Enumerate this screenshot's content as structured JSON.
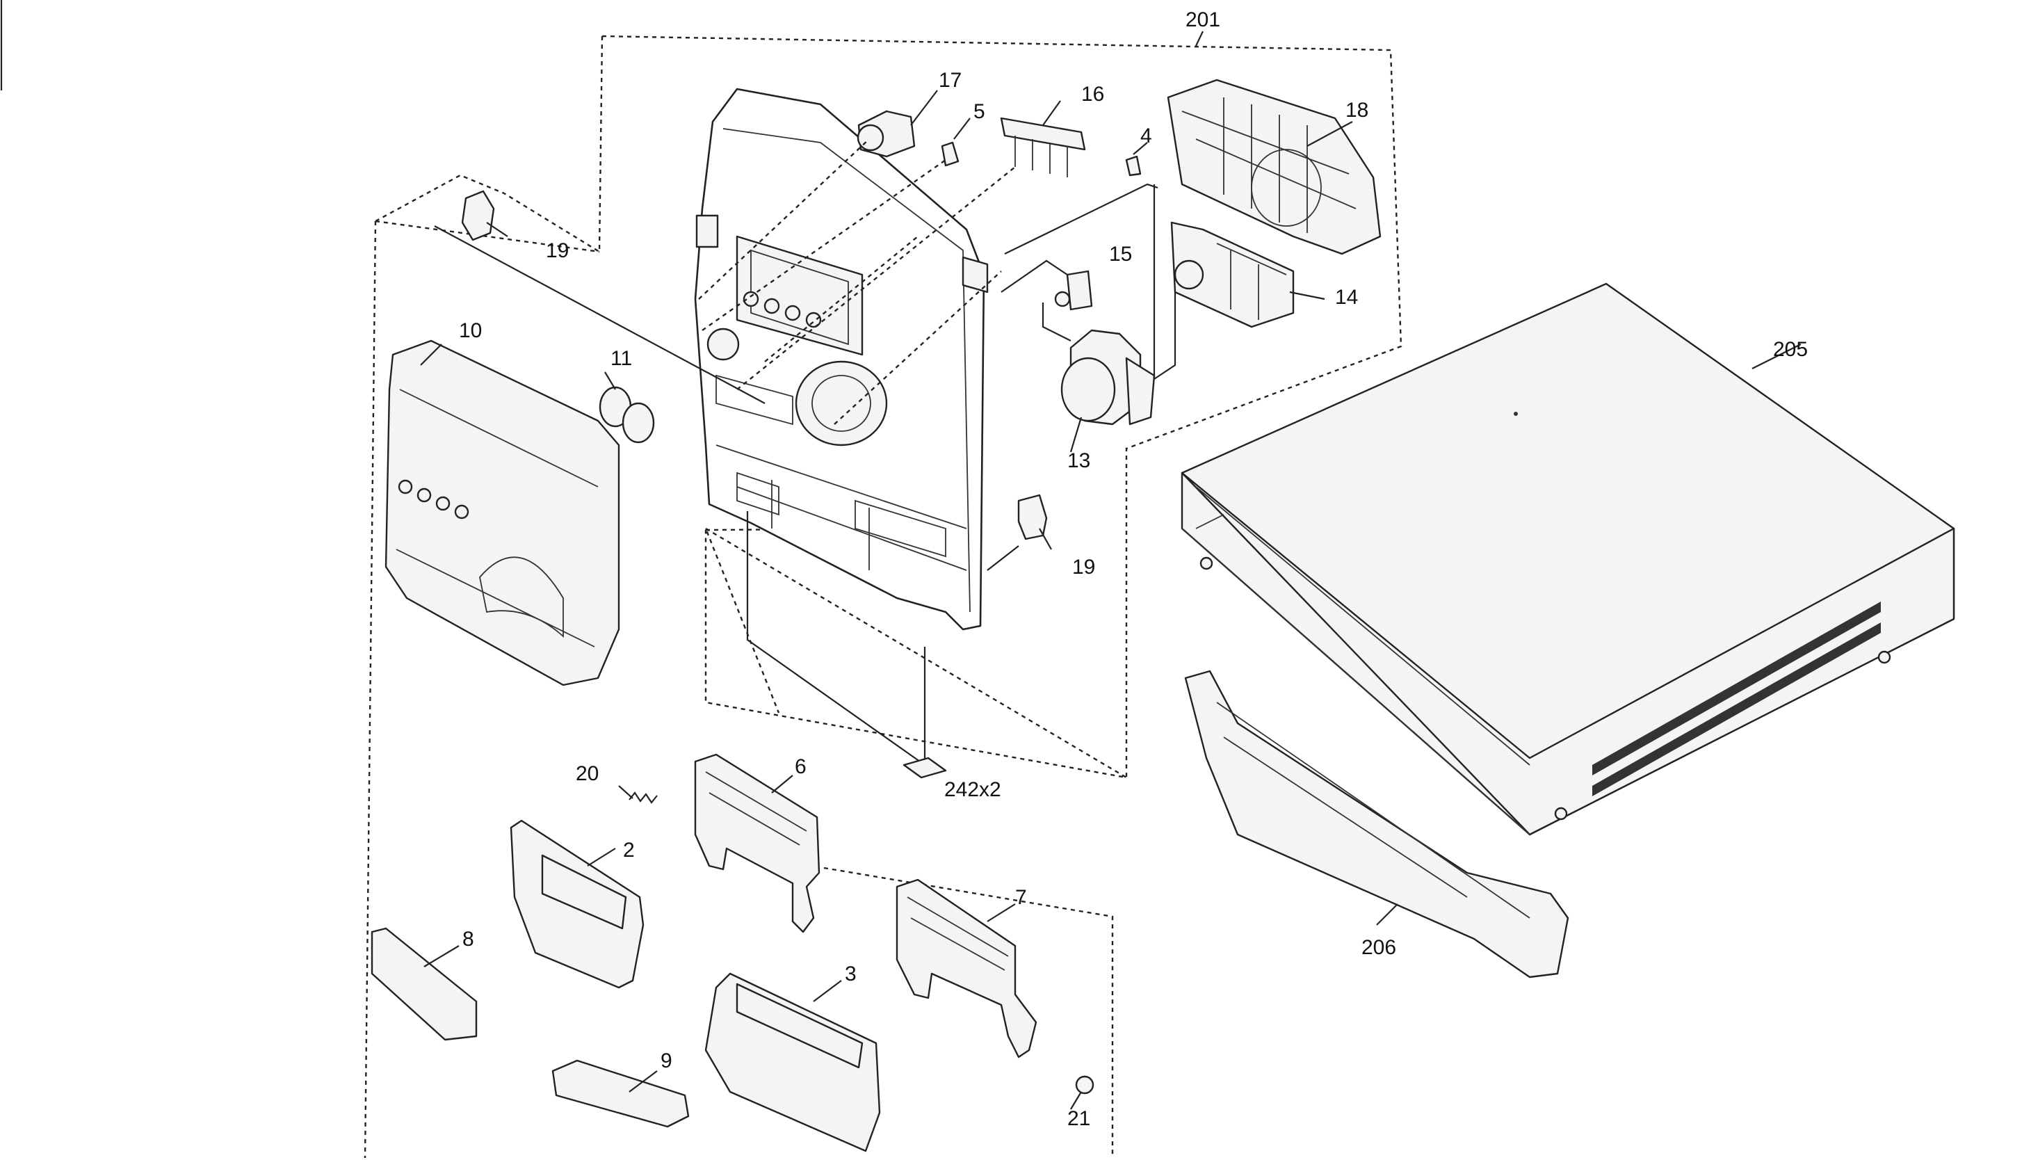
{
  "diagram": {
    "title": "",
    "callouts": {
      "assy_201": "201",
      "p17": "17",
      "p5": "5",
      "p16": "16",
      "p4": "4",
      "p18": "18",
      "p19_top": "19",
      "p15": "15",
      "p14": "14",
      "p10": "10",
      "p11": "11",
      "p13": "13",
      "p205": "205",
      "p19_mid": "19",
      "p242": "242x2",
      "p20": "20",
      "p6": "6",
      "p2": "2",
      "p7": "7",
      "p8": "8",
      "p3": "3",
      "p9": "9",
      "p21": "21",
      "p206": "206"
    }
  }
}
